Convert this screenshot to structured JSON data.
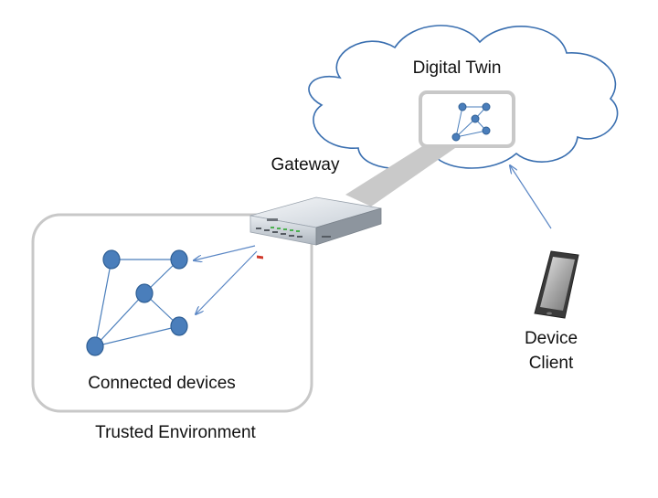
{
  "labels": {
    "digital_twin": "Digital Twin",
    "gateway": "Gateway",
    "connected_devices": "Connected devices",
    "trusted_environment": "Trusted Environment",
    "device_client_line1": "Device",
    "device_client_line2": "Client"
  },
  "colors": {
    "node_fill": "#4a7ebb",
    "node_stroke": "#2f5f95",
    "edge": "#4a7ebb",
    "arrow": "#5b87c5",
    "box_border": "#c8c8c8",
    "cloud_stroke": "#3a6fb0",
    "beam": "#c9c9c9"
  },
  "icons": {
    "gateway": "router-icon",
    "device_client": "smartphone-icon",
    "digital_twin": "cloud-icon"
  }
}
